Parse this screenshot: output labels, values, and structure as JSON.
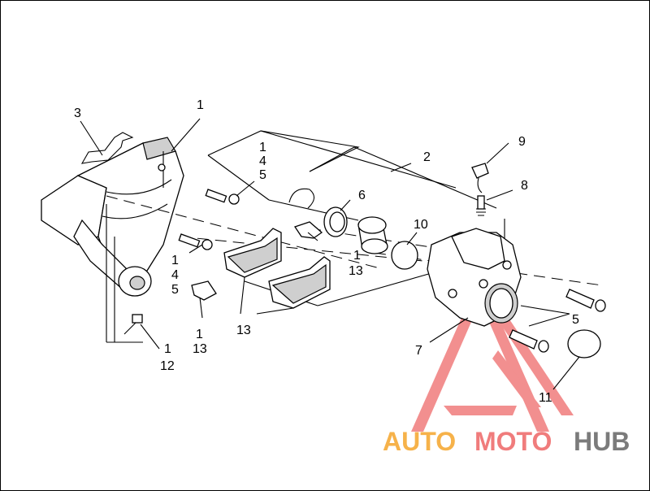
{
  "callouts": {
    "c1a": "1",
    "c3": "3",
    "c1b": "1",
    "c4b": "4",
    "c5b": "5",
    "c2": "2",
    "c9": "9",
    "c6": "6",
    "c8": "8",
    "c10": "10",
    "c1c": "1",
    "c13c": "13",
    "c1d": "1",
    "c4d": "4",
    "c5d": "5",
    "c1e": "1",
    "c13e": "13",
    "c13f": "13",
    "c5g": "5",
    "c7": "7",
    "c1h": "1",
    "c12h": "12",
    "c11": "11"
  },
  "watermark": {
    "part1": "AUTO",
    "part2": "MOTO",
    "part3": "HUB"
  },
  "colors": {
    "accent_red": "#f07c7c",
    "accent_orange": "#f6b24a",
    "accent_gray": "#7b7b7b"
  }
}
